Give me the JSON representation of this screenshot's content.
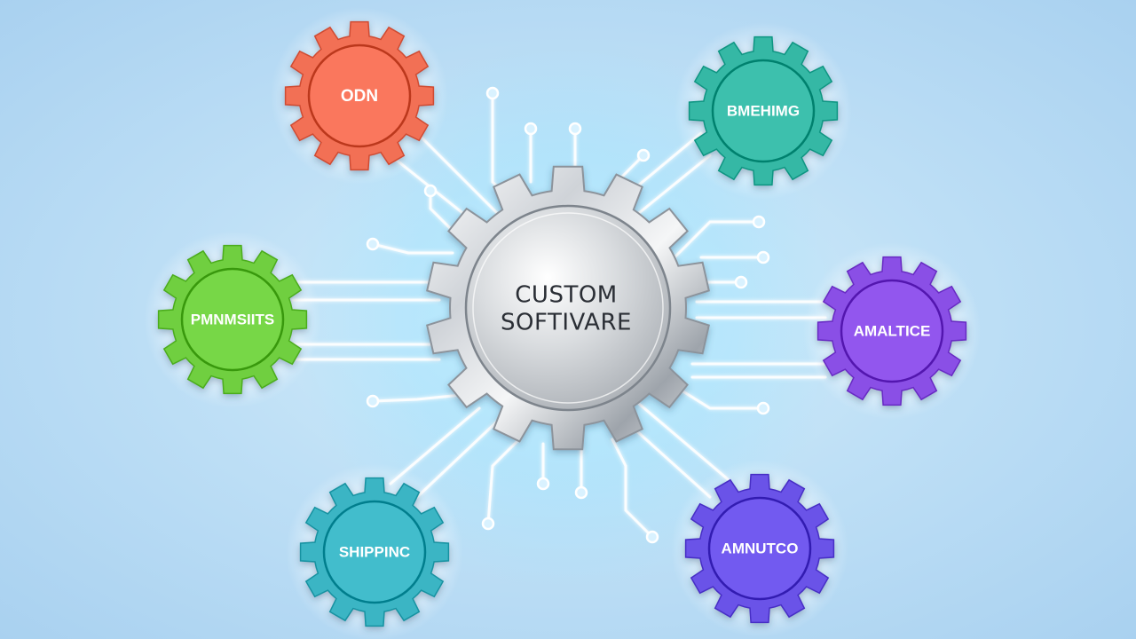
{
  "center": {
    "line1": "CUSTOM",
    "line2": "SOFTIVARE",
    "icon": "silver-gear-icon"
  },
  "modules": [
    {
      "id": "odn",
      "label": "ODN",
      "color": "#f26f55",
      "icon": "gear-icon"
    },
    {
      "id": "banking",
      "label": "BMEHIMG",
      "color": "#34b8a5",
      "icon": "gear-icon"
    },
    {
      "id": "payments",
      "label": "PMNMSIITS",
      "color": "#6fcf3f",
      "icon": "gear-icon"
    },
    {
      "id": "analytics",
      "label": "AMALTICE",
      "color": "#8a4fe6",
      "icon": "gear-icon"
    },
    {
      "id": "shipping",
      "label": "SHIPPINC",
      "color": "#3bb5c4",
      "icon": "gear-icon"
    },
    {
      "id": "automation",
      "label": "AMNUTCO",
      "color": "#6a52e8",
      "icon": "gear-icon"
    }
  ],
  "colors": {
    "circuit": "#ffffff",
    "glow": "#7fd6ff"
  }
}
